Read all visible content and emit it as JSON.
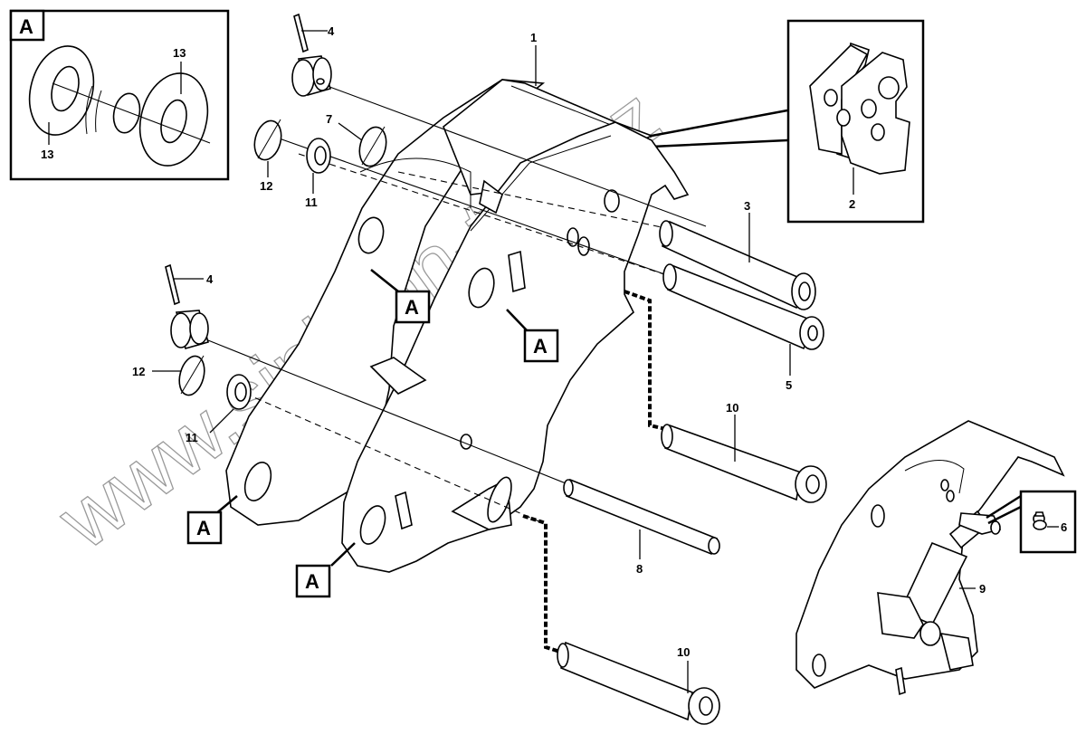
{
  "diagram": {
    "type": "exploded-parts-diagram",
    "subject": "Quick coupler frame with pins, locks and hydraulic cylinder",
    "part_callouts": [
      {
        "id": "callout-1",
        "number": "1",
        "part": "coupler frame"
      },
      {
        "id": "callout-2",
        "number": "2",
        "part": "frame detail (inset)"
      },
      {
        "id": "callout-3",
        "number": "3",
        "part": "upper pin"
      },
      {
        "id": "callout-4a",
        "number": "4",
        "part": "spring pin (upper)"
      },
      {
        "id": "callout-4b",
        "number": "4",
        "part": "spring pin (lower)"
      },
      {
        "id": "callout-5",
        "number": "5",
        "part": "pin"
      },
      {
        "id": "callout-6",
        "number": "6",
        "part": "lock ring"
      },
      {
        "id": "callout-7",
        "number": "7",
        "part": "lower pin"
      },
      {
        "id": "callout-8",
        "number": "8",
        "part": "hydraulic cylinder"
      },
      {
        "id": "callout-9",
        "number": "9",
        "part": "grease nipple"
      },
      {
        "id": "callout-10a",
        "number": "10",
        "part": "flanged pin (upper)"
      },
      {
        "id": "callout-10b",
        "number": "10",
        "part": "flanged pin (lower)"
      },
      {
        "id": "callout-11a",
        "number": "11",
        "part": "washer (upper)"
      },
      {
        "id": "callout-11b",
        "number": "11",
        "part": "washer (lower)"
      },
      {
        "id": "callout-12a",
        "number": "12",
        "part": "lock ring (upper)"
      },
      {
        "id": "callout-12b",
        "number": "12",
        "part": "lock ring (lower)"
      },
      {
        "id": "callout-13a",
        "number": "13",
        "part": "shim (inset A)"
      },
      {
        "id": "callout-13b",
        "number": "13",
        "part": "shim (inset A)"
      }
    ],
    "detail_reference": {
      "label": "A",
      "inset_title": "A",
      "occurrences": 5
    },
    "watermark": "www.sinhron-tco.kz"
  }
}
